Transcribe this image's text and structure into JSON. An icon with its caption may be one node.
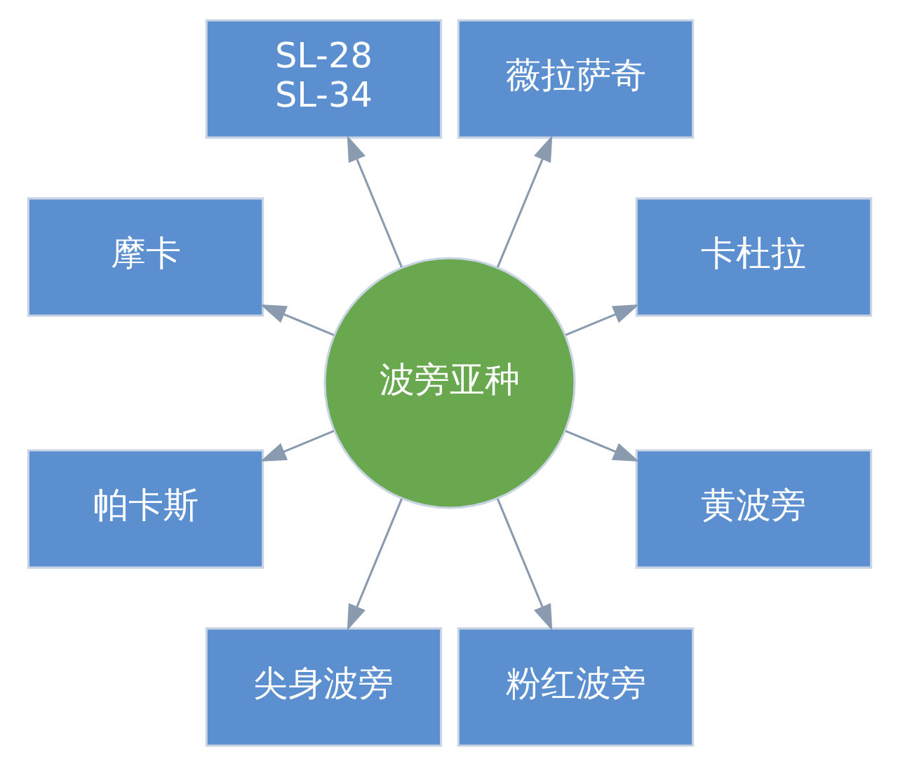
{
  "diagram": {
    "nodes": [
      {
        "text": [
          "卡杜拉"
        ]
      },
      {
        "text": [
          "薇拉萨奇"
        ]
      },
      {
        "text": [
          "SL-28",
          "SL-34"
        ]
      },
      {
        "text": [
          "摩卡"
        ]
      },
      {
        "text": [
          "波旁亚种"
        ]
      },
      {
        "text": [
          "帕卡斯"
        ]
      },
      {
        "text": [
          "尖身波旁"
        ]
      },
      {
        "text": [
          "粉红波旁"
        ]
      },
      {
        "text": [
          "黄波旁"
        ]
      }
    ],
    "edges": [
      {
        "from": 4,
        "to": 0,
        "arrow": "to"
      },
      {
        "from": 4,
        "to": 2,
        "arrow": "to"
      },
      {
        "from": 4,
        "to": 5,
        "arrow": "to"
      },
      {
        "from": 4,
        "to": 7,
        "arrow": "to"
      },
      {
        "from": 4,
        "to": 8,
        "arrow": "to"
      },
      {
        "from": 4,
        "to": 6,
        "arrow": "to"
      },
      {
        "from": 4,
        "to": 3,
        "arrow": "to"
      },
      {
        "from": 4,
        "to": 1,
        "arrow": "to"
      }
    ]
  }
}
